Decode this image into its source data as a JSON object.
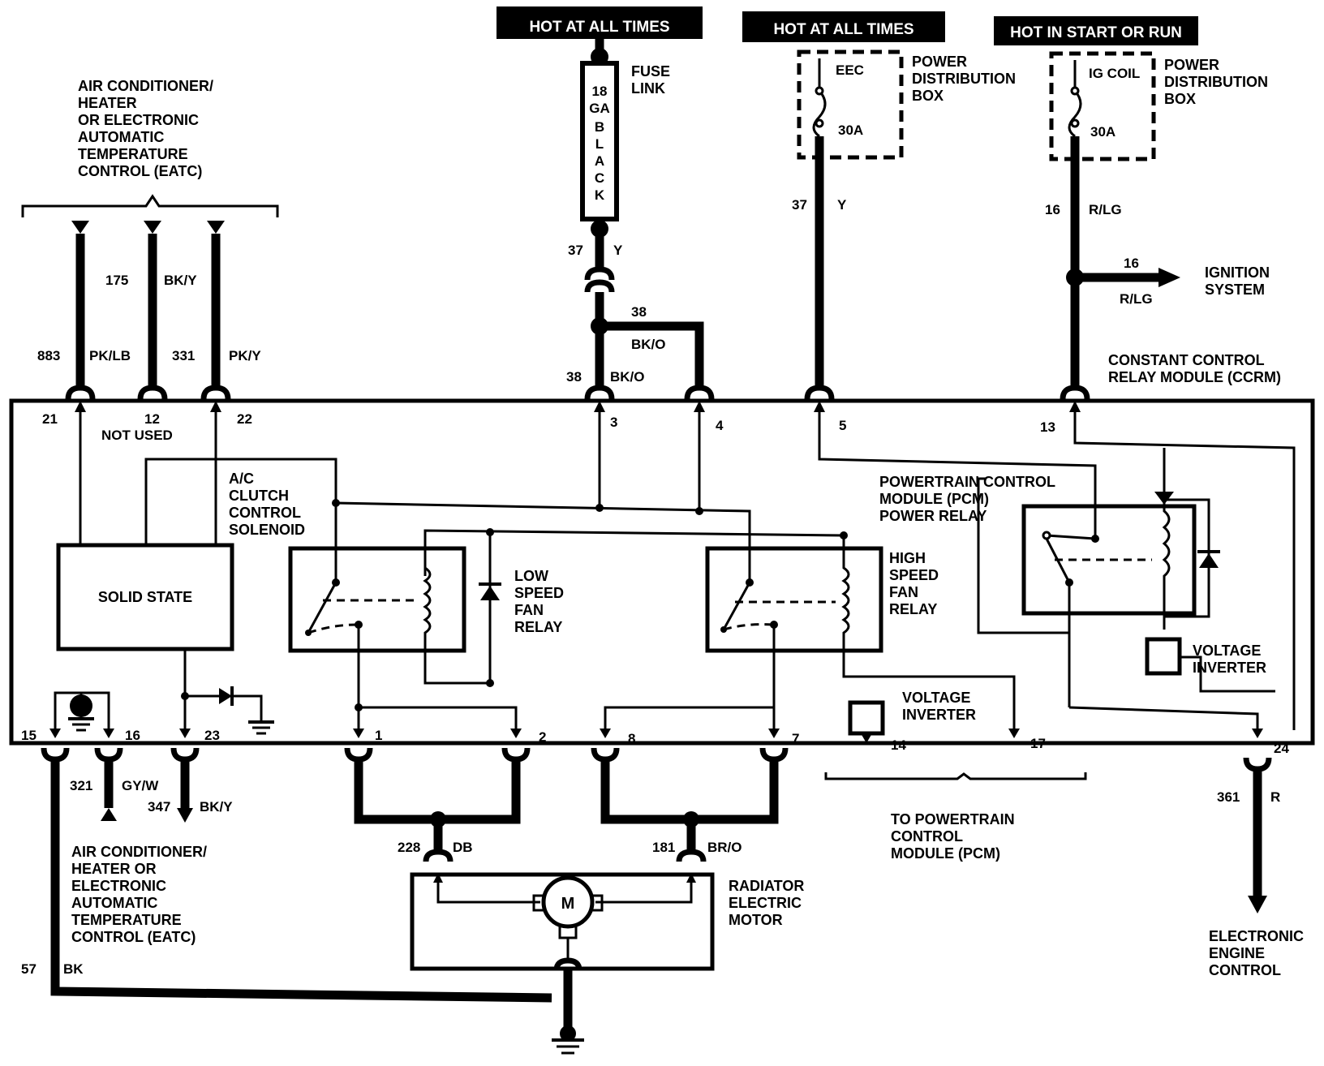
{
  "headers": {
    "hot1": "HOT AT ALL TIMES",
    "hot2": "HOT AT ALL TIMES",
    "hot3": "HOT IN START OR RUN"
  },
  "left_top": {
    "eatc_lines": [
      "AIR CONDITIONER/",
      "HEATER",
      "OR ELECTRONIC",
      "AUTOMATIC",
      "TEMPERATURE",
      "CONTROL (EATC)"
    ],
    "w175": "175",
    "w175c": "BK/Y",
    "w883": "883",
    "w883c": "PK/LB",
    "w331": "331",
    "w331c": "PK/Y"
  },
  "fuse": {
    "lines": [
      "FUSE",
      "LINK"
    ],
    "vertical": [
      "18",
      "GA",
      "B",
      "L",
      "A",
      "C",
      "K"
    ],
    "w37": "37",
    "w37c": "Y",
    "w38a": "38",
    "w38ac": "BK/O",
    "w38b": "38",
    "w38bc": "BK/O"
  },
  "pdb1": {
    "fuse_name": "EEC",
    "amp": "30A",
    "lines": [
      "POWER",
      "DISTRIBUTION",
      "BOX"
    ],
    "wire": "37",
    "color": "Y"
  },
  "pdb2": {
    "fuse_name": "IG COIL",
    "amp": "30A",
    "lines": [
      "POWER",
      "DISTRIBUTION",
      "BOX"
    ],
    "wire": "16",
    "color": "R/LG"
  },
  "ignition": {
    "wire": "16",
    "color": "R/LG",
    "lines": [
      "IGNITION",
      "SYSTEM"
    ]
  },
  "ccrm": {
    "lines": [
      "CONSTANT CONTROL",
      "RELAY MODULE (CCRM)"
    ]
  },
  "pins": {
    "p21": "21",
    "p12": "12",
    "p22": "22",
    "not_used": "NOT USED",
    "p3": "3",
    "p4": "4",
    "p5": "5",
    "p13": "13",
    "p15": "15",
    "p16": "16",
    "p23": "23",
    "p1": "1",
    "p2": "2",
    "p8": "8",
    "p7": "7",
    "p14": "14",
    "p17": "17",
    "p24": "24"
  },
  "components": {
    "ac_clutch": [
      "A/C",
      "CLUTCH",
      "CONTROL",
      "SOLENOID"
    ],
    "solid_state": "SOLID STATE",
    "low_relay": [
      "LOW",
      "SPEED",
      "FAN",
      "RELAY"
    ],
    "high_relay": [
      "HIGH",
      "SPEED",
      "FAN",
      "RELAY"
    ],
    "pcm_relay": [
      "POWERTRAIN CONTROL",
      "MODULE (PCM)",
      "POWER RELAY"
    ],
    "inverter1": [
      "VOLTAGE",
      "INVERTER"
    ],
    "inverter2": [
      "VOLTAGE",
      "INVERTER"
    ],
    "motor_letter": "M"
  },
  "bottom": {
    "w321": "321",
    "w321c": "GY/W",
    "w347": "347",
    "w347c": "BK/Y",
    "eatc_lines": [
      "AIR CONDITIONER/",
      "HEATER OR",
      "ELECTRONIC",
      "AUTOMATIC",
      "TEMPERATURE",
      "CONTROL (EATC)"
    ],
    "w57": "57",
    "w57c": "BK",
    "w228": "228",
    "w228c": "DB",
    "w181": "181",
    "w181c": "BR/O",
    "motor_lines": [
      "RADIATOR",
      "ELECTRIC",
      "MOTOR"
    ],
    "pcm_lines": [
      "TO POWERTRAIN",
      "CONTROL",
      "MODULE (PCM)"
    ],
    "w361": "361",
    "w361c": "R",
    "eec_lines": [
      "ELECTRONIC",
      "ENGINE",
      "CONTROL"
    ]
  }
}
